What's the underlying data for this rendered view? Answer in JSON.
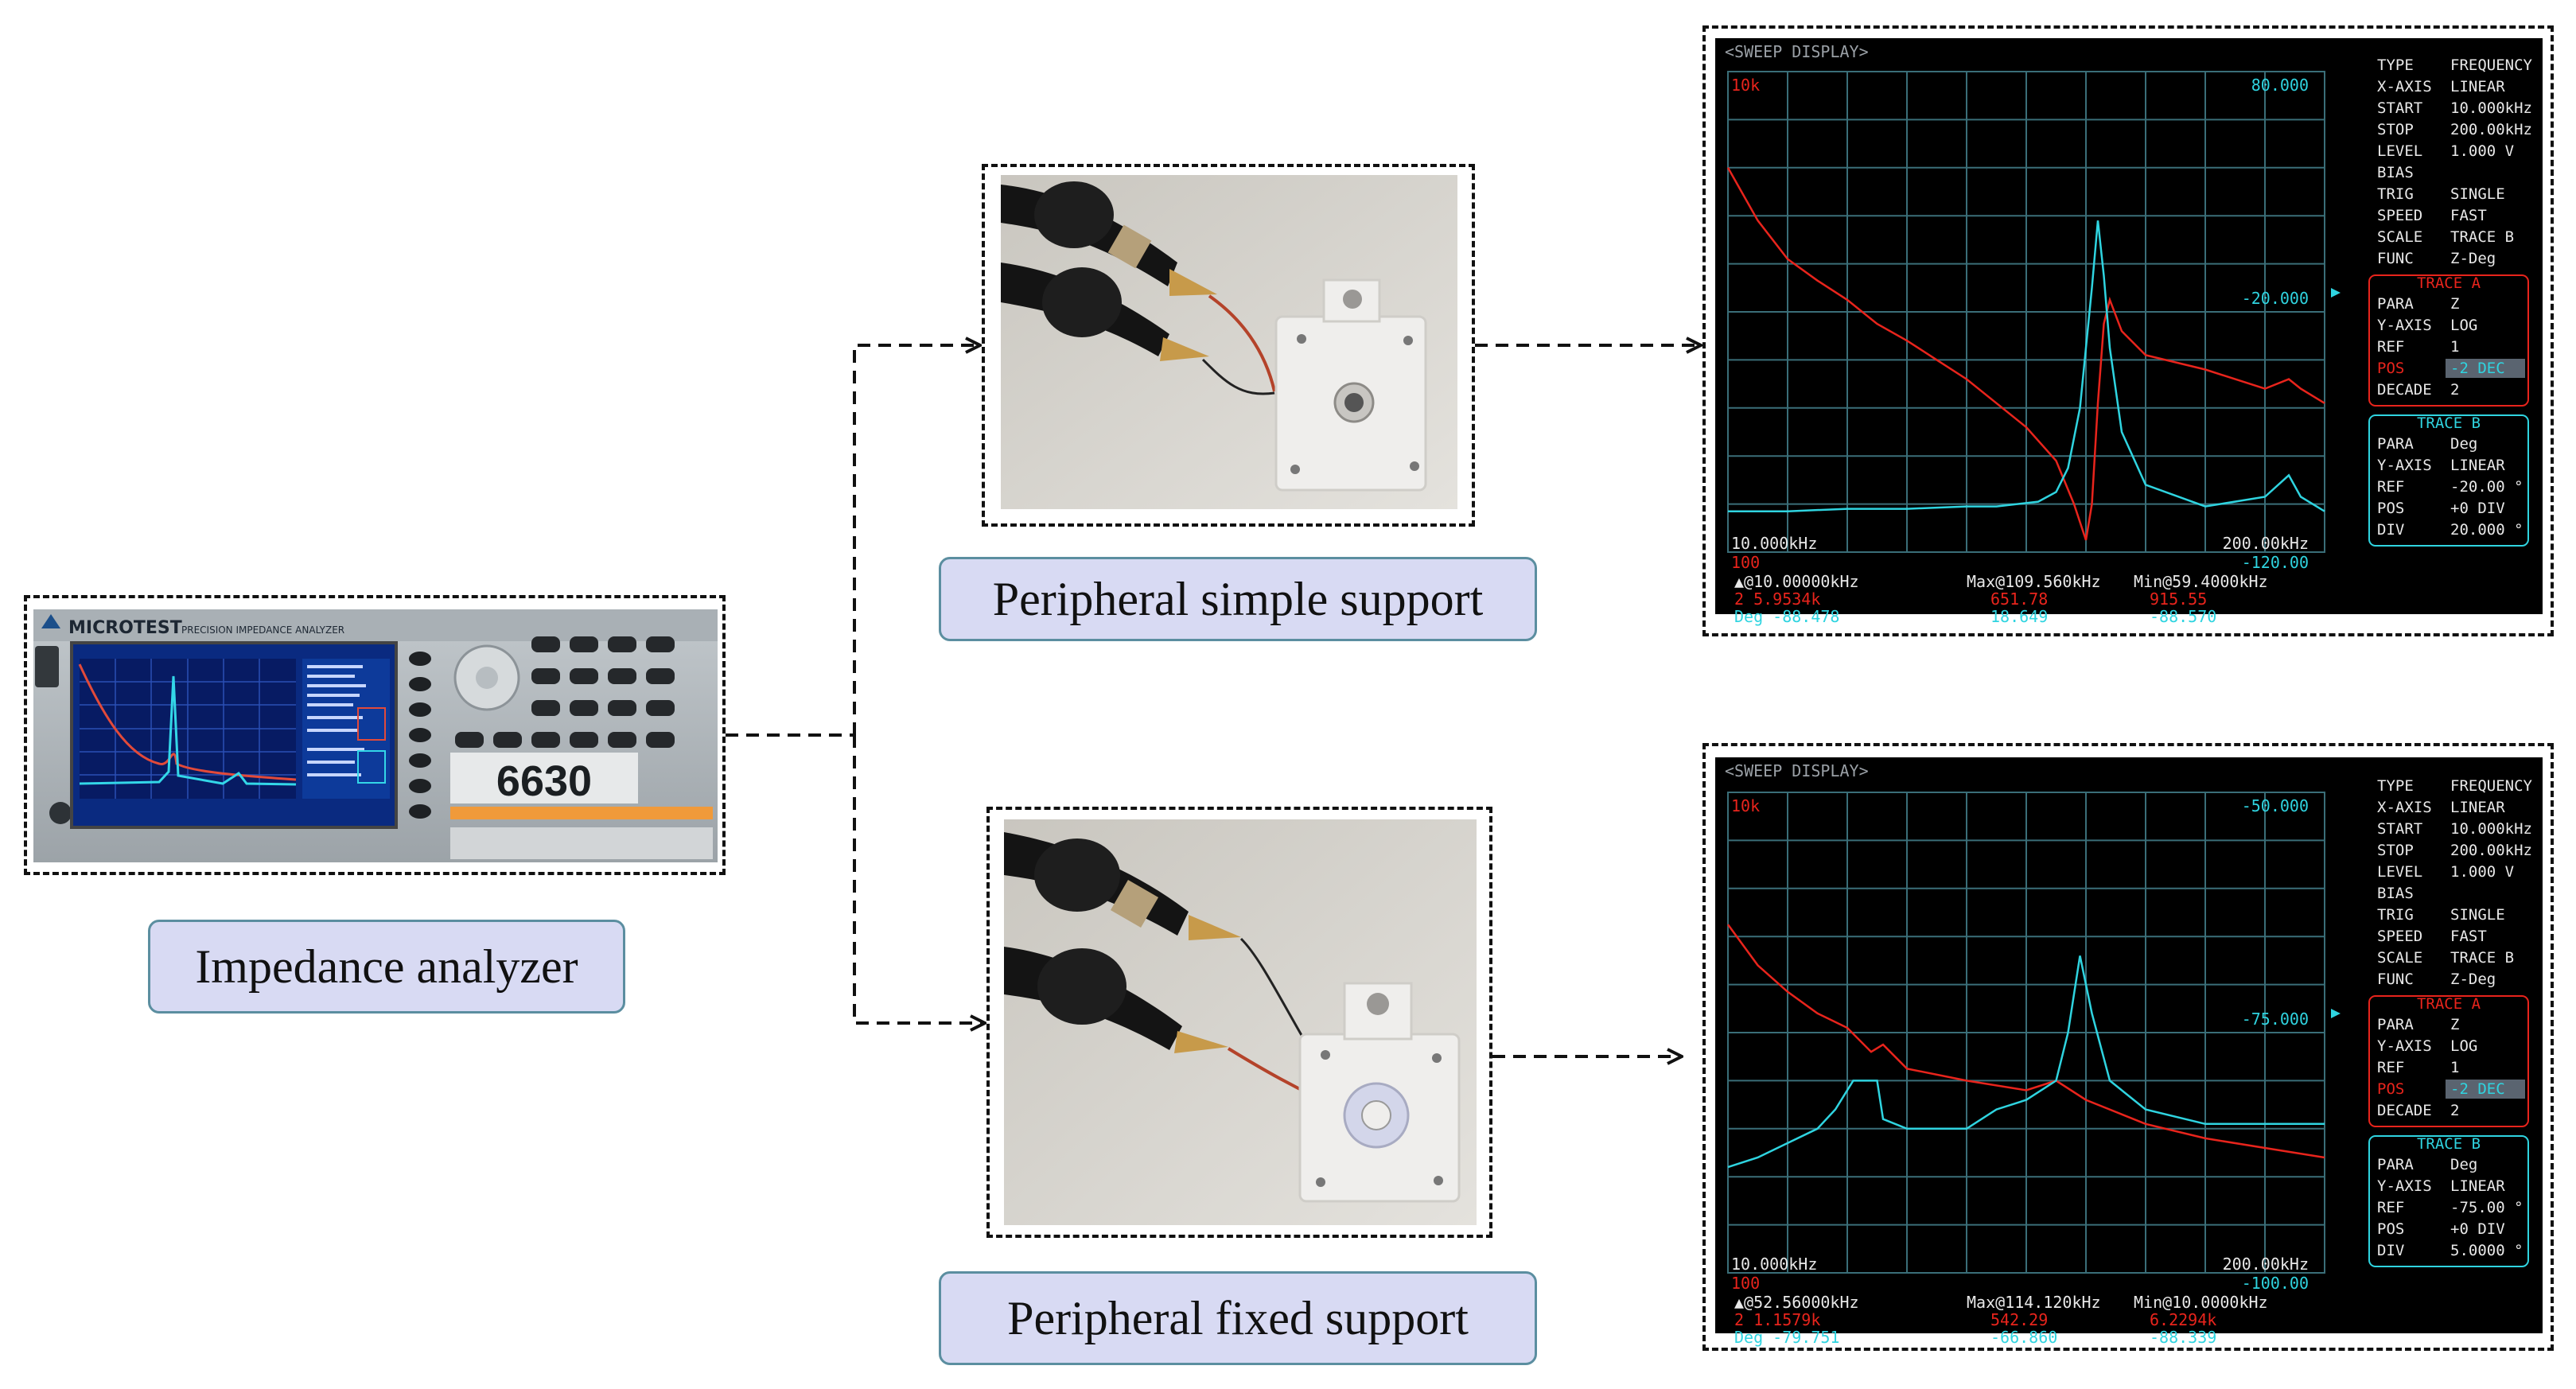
{
  "analyzer": {
    "label": "Impedance analyzer",
    "brand": "MICROTEST",
    "brand_sub": "PRECISION IMPEDANCE ANALYZER",
    "model": "6630"
  },
  "fixture_top": {
    "label": "Peripheral simple support"
  },
  "fixture_bottom": {
    "label": "Peripheral fixed support"
  },
  "screens": [
    {
      "title": "<SWEEP DISPLAY>",
      "y_top_a": "10k",
      "y_bot_a": "100",
      "y_top_b": "80.000",
      "y_mid_b": "-20.000",
      "y_bot_b": "-120.00",
      "x_start": "10.000kHz",
      "x_stop": "200.00kHz",
      "m1_label": "▲@10.00000kHz",
      "m1_a": "2  5.9534k",
      "m1_b": "Deg -88.478",
      "m2_label": "Max@109.560kHz",
      "m2_a": "651.78",
      "m2_b": "18.649",
      "m3_label": "Min@59.4000kHz",
      "m3_a": "915.55",
      "m3_b": "-88.570",
      "side": [
        [
          "TYPE",
          "FREQUENCY"
        ],
        [
          "X-AXIS",
          "LINEAR"
        ],
        [
          "START",
          "10.000kHz"
        ],
        [
          "STOP",
          "200.00kHz"
        ],
        [
          "LEVEL",
          "1.000 V"
        ],
        [
          "BIAS",
          ""
        ],
        [
          "TRIG",
          "SINGLE"
        ],
        [
          "SPEED",
          "FAST"
        ],
        [
          "SCALE",
          "TRACE B"
        ],
        [
          "FUNC",
          "Z-Deg"
        ]
      ],
      "trace_a_title": "TRACE A",
      "trace_a": [
        [
          "PARA",
          "Z"
        ],
        [
          "Y-AXIS",
          "LOG"
        ],
        [
          "REF",
          "1"
        ],
        [
          "POS",
          "-2 DEC"
        ],
        [
          "DECADE",
          "2"
        ]
      ],
      "trace_b_title": "TRACE B",
      "trace_b": [
        [
          "PARA",
          "Deg"
        ],
        [
          "Y-AXIS",
          "LINEAR"
        ],
        [
          "REF",
          "-20.00 °"
        ],
        [
          "POS",
          "+0 DIV"
        ],
        [
          "DIV",
          "20.000 °"
        ]
      ],
      "curve_a": [
        [
          0,
          3.6
        ],
        [
          5,
          3.38
        ],
        [
          10,
          3.22
        ],
        [
          15,
          3.13
        ],
        [
          20,
          3.05
        ],
        [
          25,
          2.95
        ],
        [
          30,
          2.88
        ],
        [
          35,
          2.8
        ],
        [
          40,
          2.72
        ],
        [
          45,
          2.62
        ],
        [
          50,
          2.52
        ],
        [
          55,
          2.38
        ],
        [
          58,
          2.2
        ],
        [
          60,
          2.05
        ],
        [
          61,
          2.2
        ],
        [
          62,
          2.62
        ],
        [
          63,
          2.95
        ],
        [
          64,
          3.05
        ],
        [
          66,
          2.92
        ],
        [
          70,
          2.82
        ],
        [
          80,
          2.76
        ],
        [
          90,
          2.68
        ],
        [
          94,
          2.72
        ],
        [
          96,
          2.68
        ],
        [
          100,
          2.62
        ]
      ],
      "curve_b": [
        [
          0,
          -103
        ],
        [
          10,
          -103
        ],
        [
          20,
          -102
        ],
        [
          30,
          -102
        ],
        [
          40,
          -101
        ],
        [
          45,
          -101
        ],
        [
          52,
          -99
        ],
        [
          55,
          -95
        ],
        [
          57,
          -85
        ],
        [
          59,
          -60
        ],
        [
          60,
          -35
        ],
        [
          61,
          -10
        ],
        [
          62,
          18
        ],
        [
          63,
          -5
        ],
        [
          64,
          -35
        ],
        [
          66,
          -70
        ],
        [
          70,
          -92
        ],
        [
          80,
          -101
        ],
        [
          90,
          -97
        ],
        [
          94,
          -88
        ],
        [
          96,
          -97
        ],
        [
          100,
          -103
        ]
      ]
    },
    {
      "title": "<SWEEP DISPLAY>",
      "y_top_a": "10k",
      "y_bot_a": "100",
      "y_top_b": "-50.000",
      "y_mid_b": "-75.000",
      "y_bot_b": "-100.00",
      "x_start": "10.000kHz",
      "x_stop": "200.00kHz",
      "m1_label": "▲@52.56000kHz",
      "m1_a": "2  1.1579k",
      "m1_b": "Deg -79.751",
      "m2_label": "Max@114.120kHz",
      "m2_a": "542.29",
      "m2_b": "-66.860",
      "m3_label": "Min@10.0000kHz",
      "m3_a": "6.2294k",
      "m3_b": "-88.339",
      "side": [
        [
          "TYPE",
          "FREQUENCY"
        ],
        [
          "X-AXIS",
          "LINEAR"
        ],
        [
          "START",
          "10.000kHz"
        ],
        [
          "STOP",
          "200.00kHz"
        ],
        [
          "LEVEL",
          "1.000 V"
        ],
        [
          "BIAS",
          ""
        ],
        [
          "TRIG",
          "SINGLE"
        ],
        [
          "SPEED",
          "FAST"
        ],
        [
          "SCALE",
          "TRACE B"
        ],
        [
          "FUNC",
          "Z-Deg"
        ]
      ],
      "trace_a_title": "TRACE A",
      "trace_a": [
        [
          "PARA",
          "Z"
        ],
        [
          "Y-AXIS",
          "LOG"
        ],
        [
          "REF",
          "1"
        ],
        [
          "POS",
          "-2 DEC"
        ],
        [
          "DECADE",
          "2"
        ]
      ],
      "trace_b_title": "TRACE B",
      "trace_b": [
        [
          "PARA",
          "Deg"
        ],
        [
          "Y-AXIS",
          "LINEAR"
        ],
        [
          "REF",
          "-75.00 °"
        ],
        [
          "POS",
          "+0 DIV"
        ],
        [
          "DIV",
          "5.0000 °"
        ]
      ],
      "curve_a": [
        [
          0,
          3.45
        ],
        [
          5,
          3.28
        ],
        [
          10,
          3.17
        ],
        [
          15,
          3.08
        ],
        [
          20,
          3.02
        ],
        [
          24,
          2.92
        ],
        [
          26,
          2.95
        ],
        [
          30,
          2.85
        ],
        [
          40,
          2.8
        ],
        [
          50,
          2.76
        ],
        [
          55,
          2.8
        ],
        [
          60,
          2.72
        ],
        [
          70,
          2.62
        ],
        [
          80,
          2.56
        ],
        [
          90,
          2.52
        ],
        [
          100,
          2.48
        ]
      ],
      "curve_b": [
        [
          0,
          -89
        ],
        [
          5,
          -88
        ],
        [
          10,
          -86.5
        ],
        [
          15,
          -85
        ],
        [
          18,
          -83
        ],
        [
          21,
          -80
        ],
        [
          23,
          -80
        ],
        [
          25,
          -80
        ],
        [
          26,
          -84
        ],
        [
          30,
          -85
        ],
        [
          40,
          -85
        ],
        [
          45,
          -83
        ],
        [
          50,
          -82
        ],
        [
          55,
          -80
        ],
        [
          57,
          -75
        ],
        [
          59,
          -67
        ],
        [
          61,
          -73
        ],
        [
          64,
          -80
        ],
        [
          70,
          -83
        ],
        [
          80,
          -84.5
        ],
        [
          90,
          -84.5
        ],
        [
          100,
          -84.5
        ]
      ]
    }
  ]
}
